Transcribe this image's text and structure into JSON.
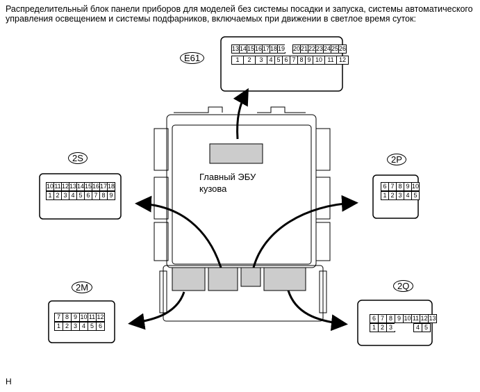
{
  "title": "Распределительный блок панели приборов для моделей без системы посадки и запуска, системы автоматического управления освещением и системы подфарников, включаемых при движении в светлое время суток:",
  "ecu_label": [
    "Главный ЭБУ",
    "кузова"
  ],
  "footer": "H",
  "connectors": {
    "E61": {
      "label": "E61",
      "rows": [
        [
          "13",
          "14",
          "15",
          "16",
          "17",
          "18",
          "19",
          "",
          "20",
          "21",
          "22",
          "23",
          "24",
          "25",
          "26"
        ],
        [
          "1",
          "2",
          "3",
          "4",
          "5",
          "6",
          "7",
          "8",
          "9",
          "10",
          "11",
          "12"
        ]
      ]
    },
    "2S": {
      "label": "2S",
      "rows": [
        [
          "10",
          "11",
          "12",
          "13",
          "14",
          "15",
          "16",
          "17",
          "18"
        ],
        [
          "1",
          "2",
          "3",
          "4",
          "5",
          "6",
          "7",
          "8",
          "9"
        ]
      ]
    },
    "2P": {
      "label": "2P",
      "rows": [
        [
          "6",
          "7",
          "8",
          "9",
          "10"
        ],
        [
          "1",
          "2",
          "3",
          "4",
          "5"
        ]
      ]
    },
    "2M": {
      "label": "2M",
      "rows": [
        [
          "7",
          "8",
          "9",
          "10",
          "11",
          "12"
        ],
        [
          "1",
          "2",
          "3",
          "4",
          "5",
          "6"
        ]
      ]
    },
    "2Q": {
      "label": "2Q",
      "rows": [
        [
          "6",
          "7",
          "8",
          "9",
          "10",
          "11",
          "12",
          "13"
        ],
        [
          "1",
          "2",
          "3",
          "",
          "",
          "",
          "4",
          "5"
        ]
      ]
    }
  }
}
